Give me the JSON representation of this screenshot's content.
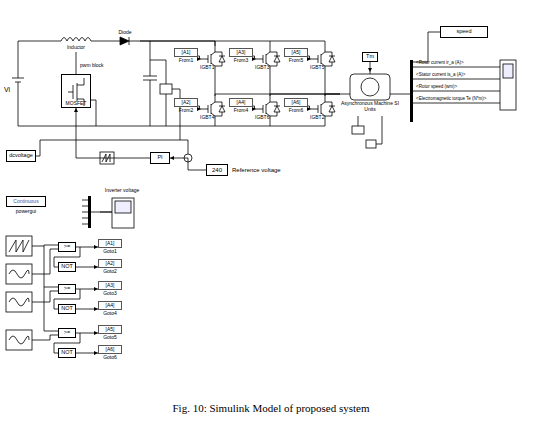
{
  "diagram": {
    "caption": "Fig. 10: Simulink Model of proposed system",
    "nodes": [
      {
        "text": [
          "Vi"
        ]
      },
      {
        "text": [
          "Inductor"
        ]
      },
      {
        "text": [
          "Diode"
        ]
      },
      {
        "text": [
          "MOSFET"
        ]
      },
      {
        "text": [
          "[A1]",
          "From1"
        ]
      },
      {
        "text": [
          "IGBT1"
        ]
      },
      {
        "text": [
          "[A3]",
          "From3"
        ]
      },
      {
        "text": [
          "IGBT3"
        ]
      },
      {
        "text": [
          "[A5]",
          "From5"
        ]
      },
      {
        "text": [
          "IGBT5"
        ]
      },
      {
        "text": [
          "[A2]",
          "From2"
        ]
      },
      {
        "text": [
          "IGBT4"
        ]
      },
      {
        "text": [
          "[A4]",
          "From4"
        ]
      },
      {
        "text": [
          "IGBT6"
        ]
      },
      {
        "text": [
          "[A6]",
          "From6"
        ]
      },
      {
        "text": [
          "IGBT2"
        ]
      },
      {
        "text": [
          "Tm"
        ]
      },
      {
        "text": [
          "Asynchronous Machine SI Units"
        ]
      },
      {
        "text": [
          "speed"
        ]
      },
      {
        "text": [
          "dcvoltage"
        ]
      },
      {
        "text": [
          "PI"
        ]
      },
      {
        "text": [
          "240",
          "Reference voltage"
        ]
      },
      {
        "text": [
          "Continuous",
          "powergui"
        ]
      },
      {
        "text": [
          "Inverter voltage"
        ]
      },
      {
        "text": [
          ">="
        ]
      },
      {
        "text": [
          "NOT"
        ]
      },
      {
        "text": [
          ">="
        ]
      },
      {
        "text": [
          "NOT"
        ]
      },
      {
        "text": [
          ">="
        ]
      },
      {
        "text": [
          "NOT"
        ]
      },
      {
        "text": [
          "[A1]",
          "Goto1"
        ]
      },
      {
        "text": [
          "[A2]",
          "Goto2"
        ]
      },
      {
        "text": [
          "[A3]",
          "Goto3"
        ]
      },
      {
        "text": [
          "[A4]",
          "Goto4"
        ]
      },
      {
        "text": [
          "[A5]",
          "Goto5"
        ]
      },
      {
        "text": [
          "[A6]",
          "Goto6"
        ]
      }
    ],
    "edges": [
      {
        "from": 0,
        "to": 1,
        "arrow": "none"
      },
      {
        "from": 1,
        "to": 2,
        "arrow": "none"
      },
      {
        "from": 1,
        "to": 3,
        "arrow": "none"
      },
      {
        "from": 2,
        "to": 5,
        "arrow": "none"
      },
      {
        "from": 4,
        "to": 5,
        "arrow": "to"
      },
      {
        "from": 6,
        "to": 7,
        "arrow": "to"
      },
      {
        "from": 8,
        "to": 9,
        "arrow": "to"
      },
      {
        "from": 10,
        "to": 11,
        "arrow": "to"
      },
      {
        "from": 12,
        "to": 13,
        "arrow": "to"
      },
      {
        "from": 14,
        "to": 15,
        "arrow": "to"
      },
      {
        "from": 16,
        "to": 17,
        "arrow": "to"
      },
      {
        "from": 11,
        "to": 17,
        "arrow": "none"
      },
      {
        "from": 13,
        "to": 17,
        "arrow": "none"
      },
      {
        "from": 15,
        "to": 17,
        "arrow": "none"
      },
      {
        "from": 21,
        "to": 20,
        "arrow": "to"
      },
      {
        "from": 20,
        "to": 3,
        "arrow": "to"
      },
      {
        "from": 24,
        "to": 30,
        "arrow": "to"
      },
      {
        "from": 25,
        "to": 31,
        "arrow": "to"
      },
      {
        "from": 26,
        "to": 32,
        "arrow": "to"
      },
      {
        "from": 27,
        "to": 33,
        "arrow": "to"
      },
      {
        "from": 28,
        "to": 34,
        "arrow": "to"
      },
      {
        "from": 29,
        "to": 35,
        "arrow": "to"
      }
    ],
    "labels": [
      "pwm block",
      "<Rotor current ir_a (A)>",
      "<Stator current is_a (A)>",
      "<Rotor speed (wm)>",
      "<Electromagnetic torque Te (N*m)>"
    ]
  }
}
